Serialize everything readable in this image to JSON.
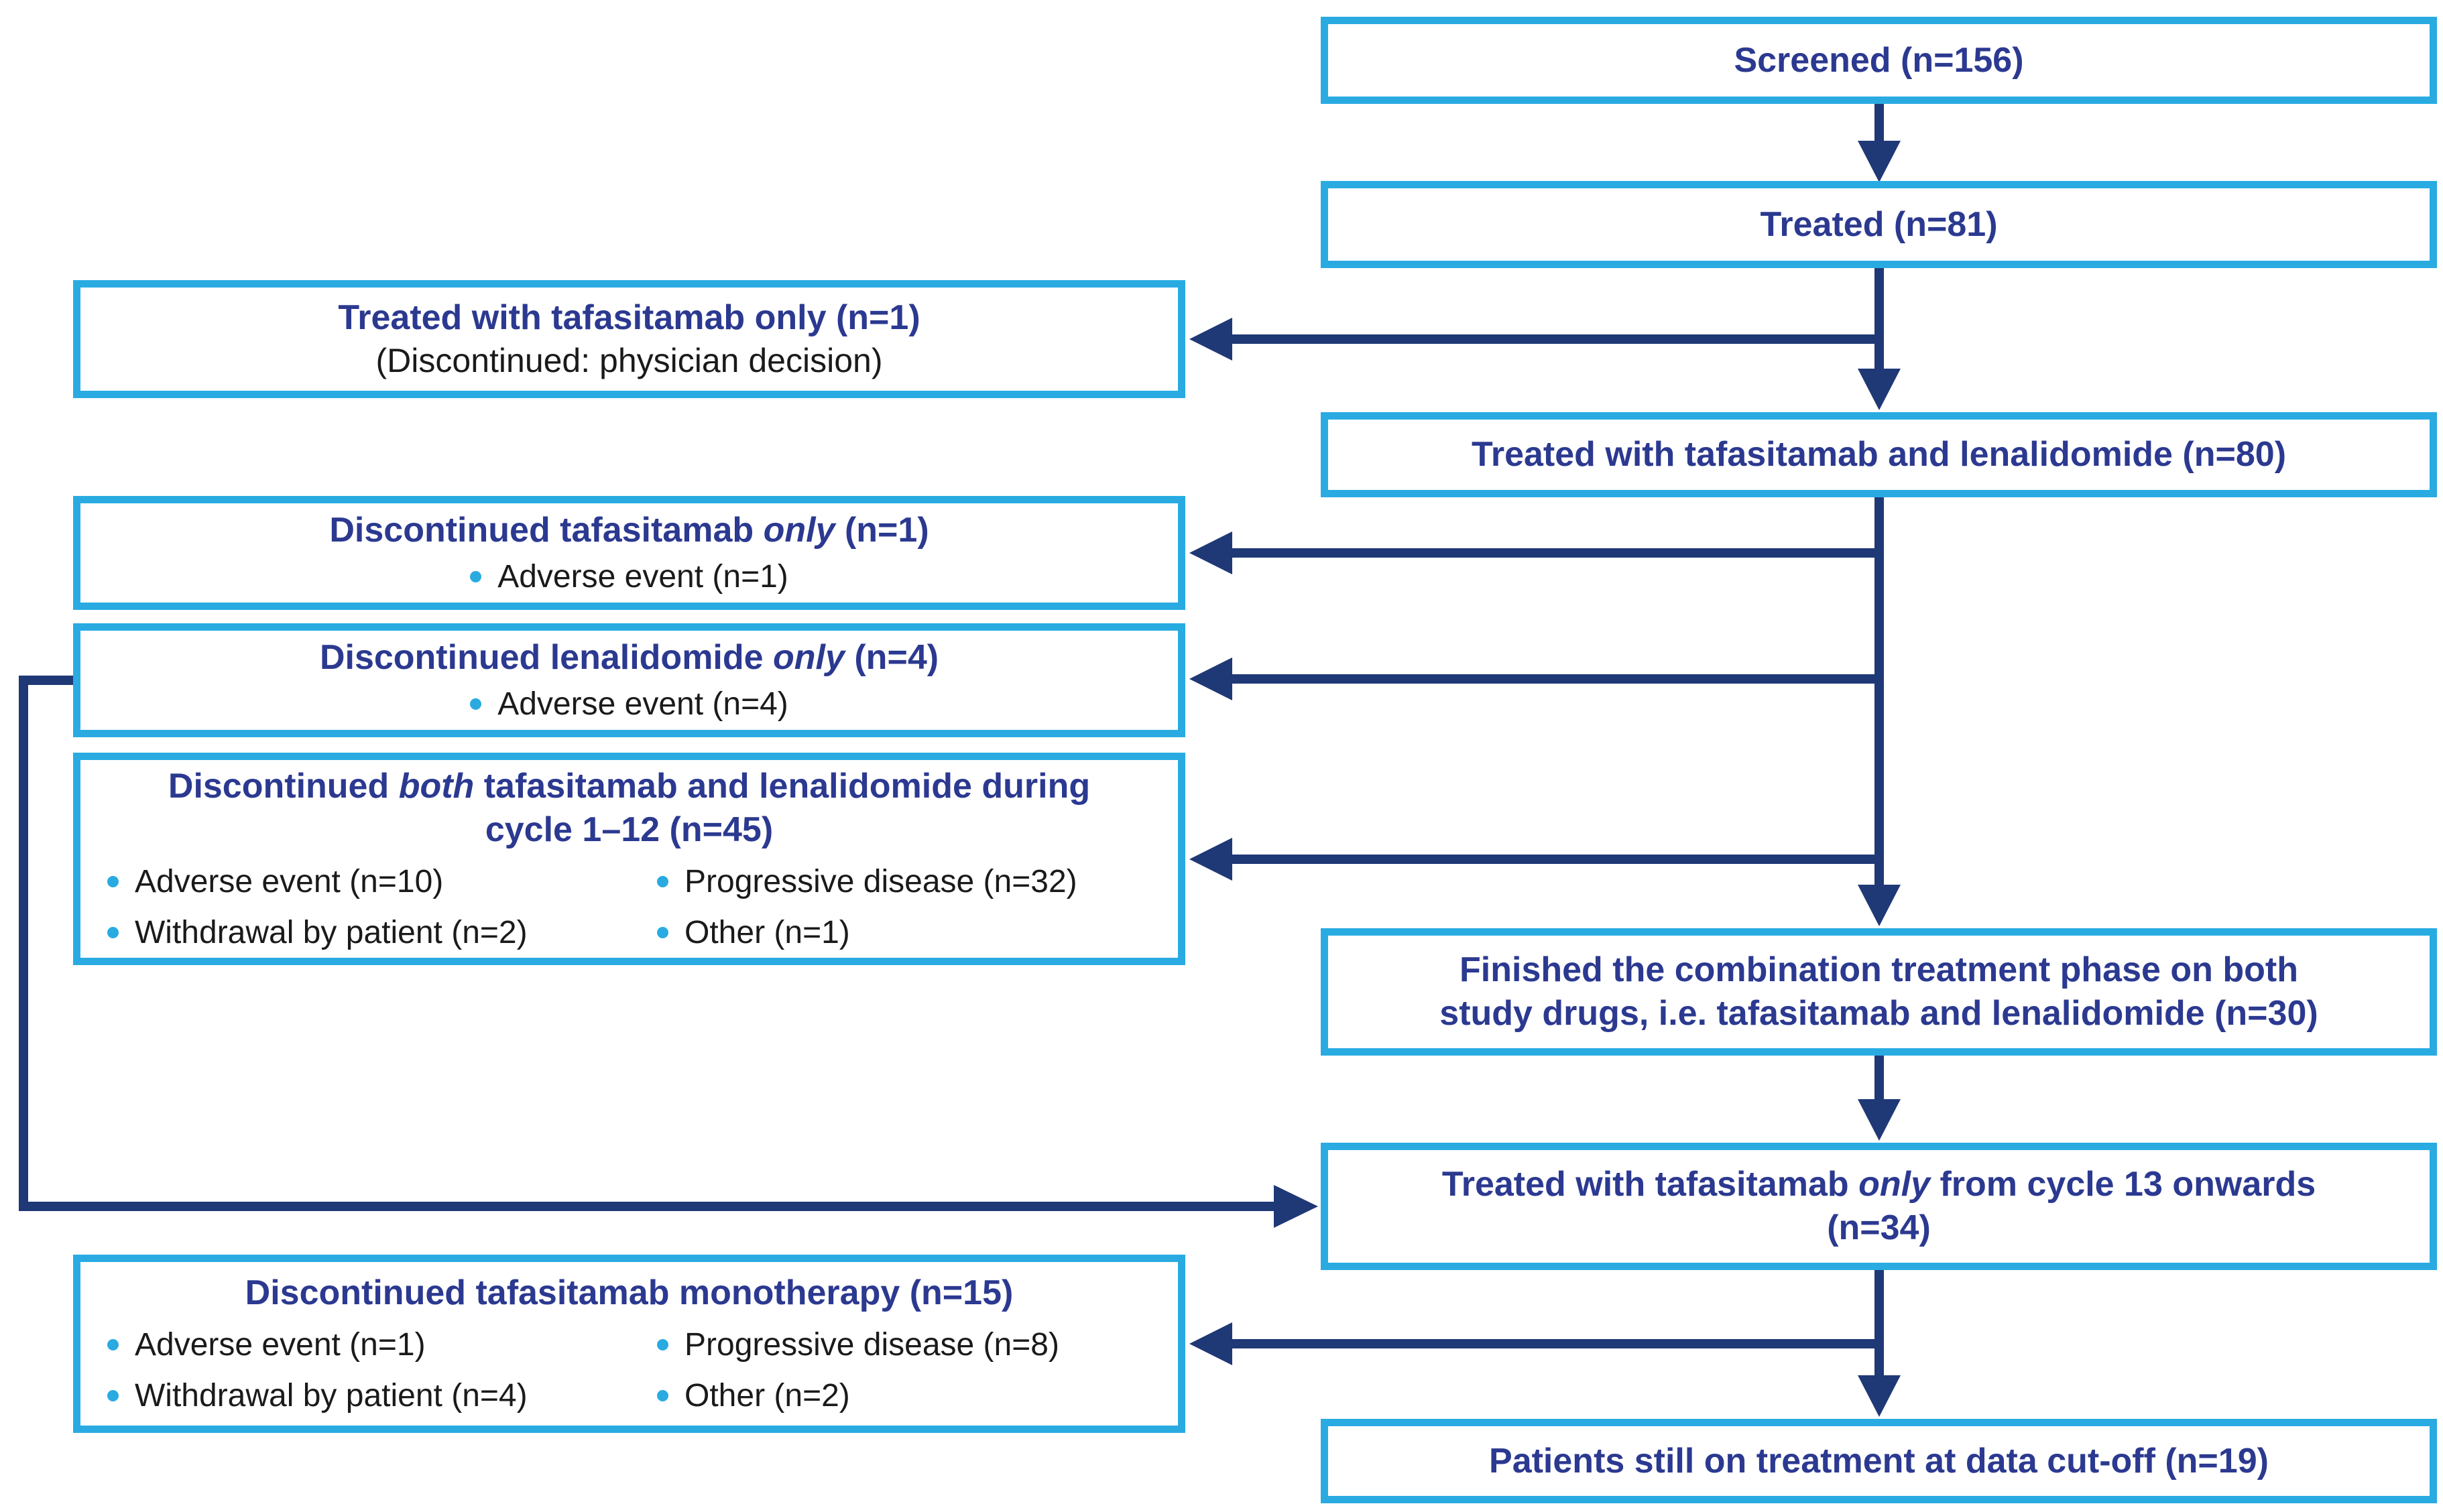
{
  "diagram_type": "patient-flow-chart",
  "colors": {
    "box_border": "#29ABE2",
    "title_text": "#2B3990",
    "body_text": "#1A1A1A",
    "arrow": "#1F3876",
    "background": "#FFFFFF",
    "bullet_dot": "#29ABE2"
  },
  "boxes": {
    "screened": {
      "title": "Screened (n=156)"
    },
    "treated": {
      "title": "Treated (n=81)"
    },
    "taf_only": {
      "title": "Treated with tafasitamab only (n=1)",
      "note": "(Discontinued: physician decision)"
    },
    "taf_len": {
      "title": "Treated with tafasitamab and lenalidomide (n=80)"
    },
    "disc_taf_only": {
      "title_parts": [
        "Discontinued tafasitamab ",
        "only",
        " (n=1)"
      ],
      "bullets": [
        "Adverse event (n=1)"
      ]
    },
    "disc_len_only": {
      "title_parts": [
        "Discontinued lenalidomide ",
        "only",
        " (n=4)"
      ],
      "bullets": [
        "Adverse event (n=4)"
      ]
    },
    "disc_both": {
      "line1_parts": [
        "Discontinued ",
        "both",
        " tafasitamab and lenalidomide during"
      ],
      "line2": "cycle 1–12 (n=45)",
      "bullets": [
        "Adverse event (n=10)",
        "Progressive disease (n=32)",
        "Withdrawal by patient (n=2)",
        "Other (n=1)"
      ]
    },
    "finished_combo": {
      "lines": [
        "Finished the combination treatment phase on both",
        "study drugs, i.e. tafasitamab and lenalidomide (n=30)"
      ]
    },
    "taf_cycle13": {
      "line1_parts": [
        "Treated with tafasitamab ",
        "only",
        " from cycle 13 onwards"
      ],
      "line2": "(n=34)"
    },
    "disc_mono": {
      "title": "Discontinued tafasitamab monotherapy (n=15)",
      "bullets": [
        "Adverse event (n=1)",
        "Progressive disease (n=8)",
        "Withdrawal by patient (n=4)",
        "Other (n=2)"
      ]
    },
    "still_on": {
      "title": "Patients still on treatment at data cut-off (n=19)"
    }
  }
}
